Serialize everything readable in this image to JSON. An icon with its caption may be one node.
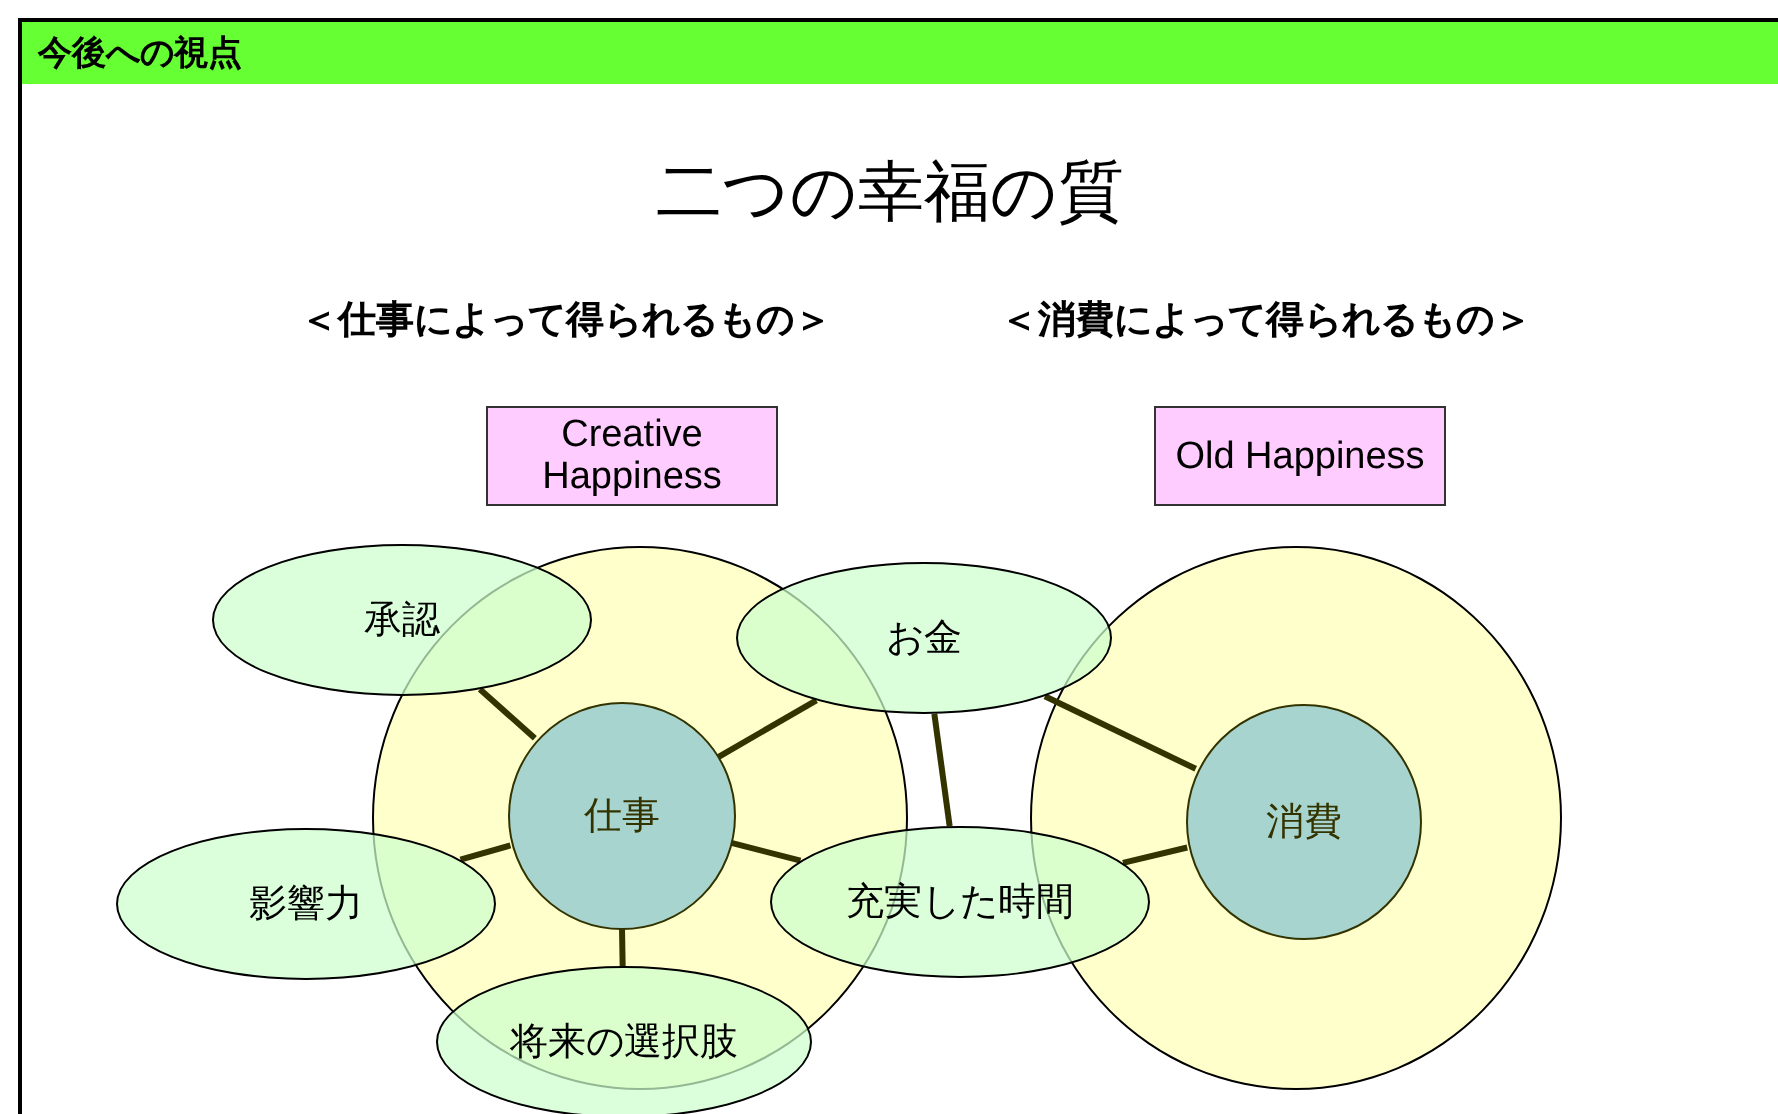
{
  "diagram": {
    "title": "二つの幸福の質",
    "nodes": [
      {
        "text": [
          "Creative Happiness"
        ]
      },
      {
        "text": [
          "Old Happiness"
        ]
      },
      {
        "text": [],
        "shape": "circle"
      },
      {
        "text": [
          "仕事"
        ],
        "in": 2
      },
      {
        "text": [],
        "shape": "circle"
      },
      {
        "text": [
          "消費"
        ],
        "in": 4
      },
      {
        "text": [
          "承認"
        ]
      },
      {
        "text": [
          "お金"
        ]
      },
      {
        "text": [
          "影響力"
        ]
      },
      {
        "text": [
          "充実した時間"
        ]
      },
      {
        "text": [
          "将来の選択肢"
        ]
      }
    ],
    "edges": [
      {
        "from": 3,
        "to": 6,
        "arrow": "none"
      },
      {
        "from": 3,
        "to": 7,
        "arrow": "none"
      },
      {
        "from": 3,
        "to": 8,
        "arrow": "none"
      },
      {
        "from": 3,
        "to": 9,
        "arrow": "none"
      },
      {
        "from": 3,
        "to": 10,
        "arrow": "none"
      },
      {
        "from": 7,
        "to": 9,
        "arrow": "none"
      },
      {
        "from": 7,
        "to": 5,
        "arrow": "none"
      },
      {
        "from": 9,
        "to": 5,
        "arrow": "none"
      }
    ],
    "labels": [
      "今後への視点",
      "＜仕事によって得られるもの＞",
      "＜消費によって得られるもの＞"
    ]
  }
}
